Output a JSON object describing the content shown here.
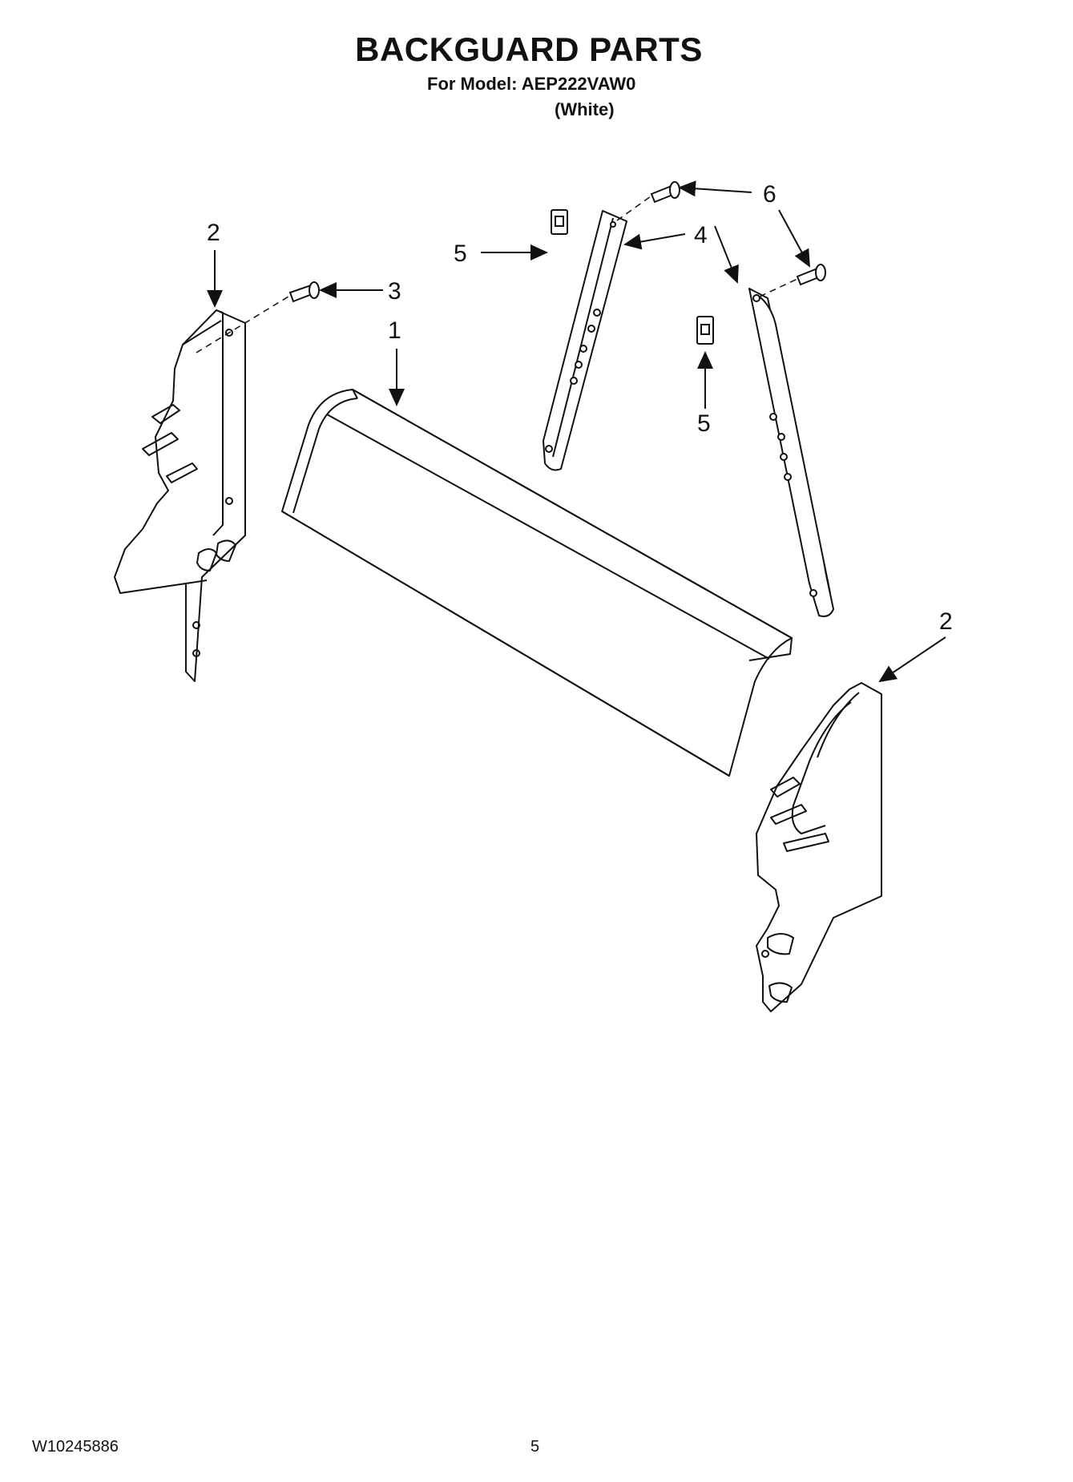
{
  "header": {
    "title": "BACKGUARD PARTS",
    "model_line": "For Model: AEP222VAW0",
    "variant": "(White)"
  },
  "callouts": [
    "1",
    "2",
    "2",
    "3",
    "4",
    "5",
    "5",
    "6"
  ],
  "footer": {
    "doc_code": "W10245886",
    "page_number": "5"
  }
}
